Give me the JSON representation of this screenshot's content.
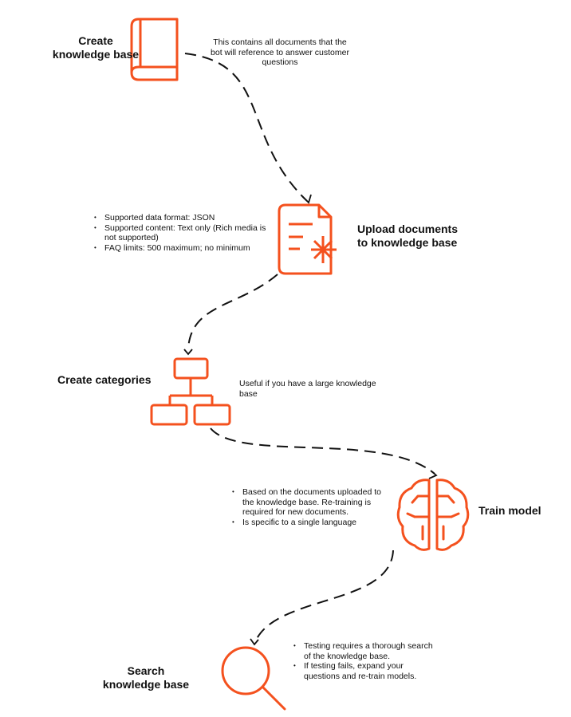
{
  "steps": [
    {
      "title": "Create\nknowledge base",
      "icon": "book-icon",
      "note": "This contains all documents that the bot will reference to answer customer questions"
    },
    {
      "title": "Upload documents\nto knowledge base",
      "icon": "document-upload-icon",
      "bullets": [
        "Supported data format: JSON",
        "Supported content: Text only (Rich media is not supported)",
        "FAQ limits: 500 maximum; no minimum"
      ]
    },
    {
      "title": "Create categories",
      "icon": "hierarchy-icon",
      "note": "Useful if you have a large knowledge base"
    },
    {
      "title": "Train model",
      "icon": "brain-icon",
      "bullets": [
        "Based on the documents uploaded to the knowledge base. Re-training is required for new documents.",
        "Is specific to a single language"
      ]
    },
    {
      "title": "Search\nknowledge base",
      "icon": "magnifier-icon",
      "bullets": [
        "Testing requires a thorough search of the knowledge base.",
        "If testing fails, expand your questions and re-train models."
      ]
    }
  ],
  "colors": {
    "accent": "#f4511e",
    "text": "#111111",
    "connector": "#111111"
  }
}
